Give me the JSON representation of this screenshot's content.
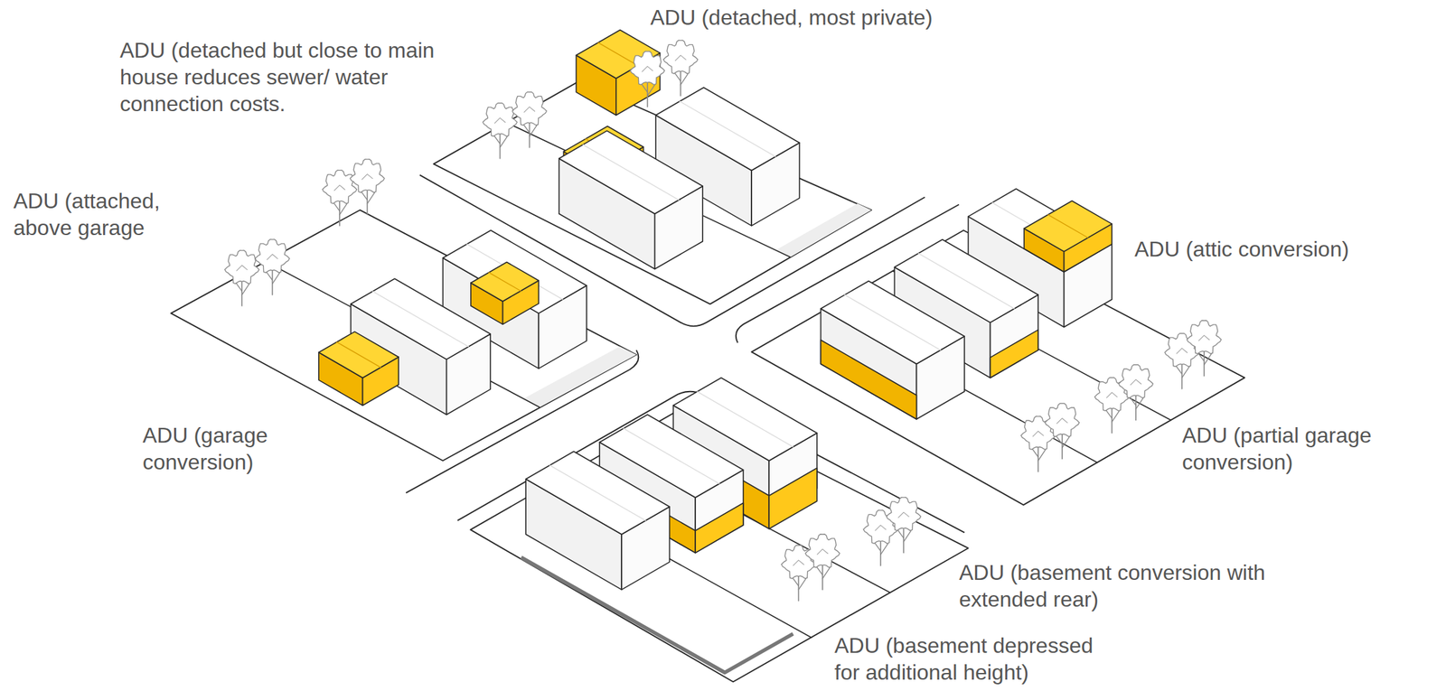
{
  "diagram": {
    "labels": [
      "ADU (detached, most private)",
      "ADU (detached but close to main house reduces sewer/ water connection costs.",
      "ADU (attached, above garage",
      "ADU (attic conversion)",
      "ADU (garage conversion)",
      "ADU (partial garage conversion)",
      "ADU (basement conversion with extended rear)",
      "ADU (basement depressed for additional height)"
    ]
  }
}
